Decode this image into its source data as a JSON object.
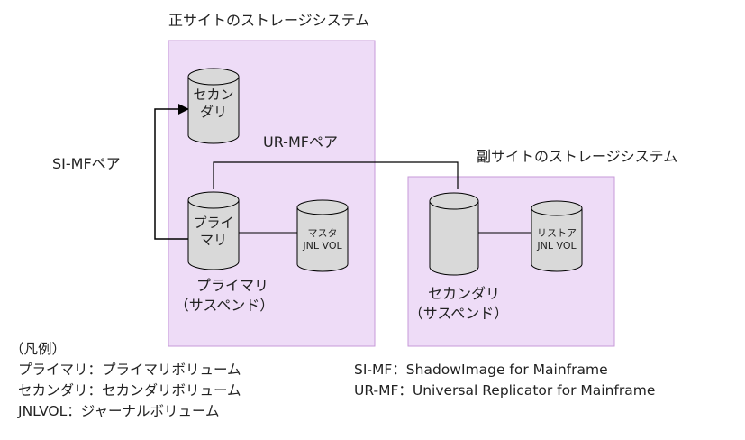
{
  "primary_site": {
    "title": "正サイトのストレージシステム"
  },
  "secondary_site": {
    "title": "副サイトのストレージシステム"
  },
  "pairs": {
    "si_mf": "SI-MFペア",
    "ur_mf": "UR-MFペア"
  },
  "volumes": {
    "primary_secondary_line1": "セカン",
    "primary_secondary_line2": "ダリ",
    "primary_primary_line1": "プライ",
    "primary_primary_line2": "マリ",
    "master_jnl_line1": "マスタ",
    "master_jnl_line2": "JNL VOL",
    "restore_jnl_line1": "リストア",
    "restore_jnl_line2": "JNL VOL",
    "primary_status_line1": "プライマリ",
    "primary_status_line2": "（サスペンド）",
    "secondary_status_line1": "セカンダリ",
    "secondary_status_line2": "（サスペンド）"
  },
  "legend": {
    "heading": "（凡例）",
    "items_left": [
      "プライマリ：プライマリボリューム",
      "セカンダリ：セカンダリボリューム",
      "JNLVOL：ジャーナルボリューム"
    ],
    "items_right": [
      "SI-MF：ShadowImage for Mainframe",
      "UR-MF：Universal Replicator for Mainframe"
    ]
  },
  "colors": {
    "site_fill": "#eedcf7",
    "site_border": "#c79ad8",
    "volume_fill": "#d9d9d9",
    "line": "#000000"
  }
}
